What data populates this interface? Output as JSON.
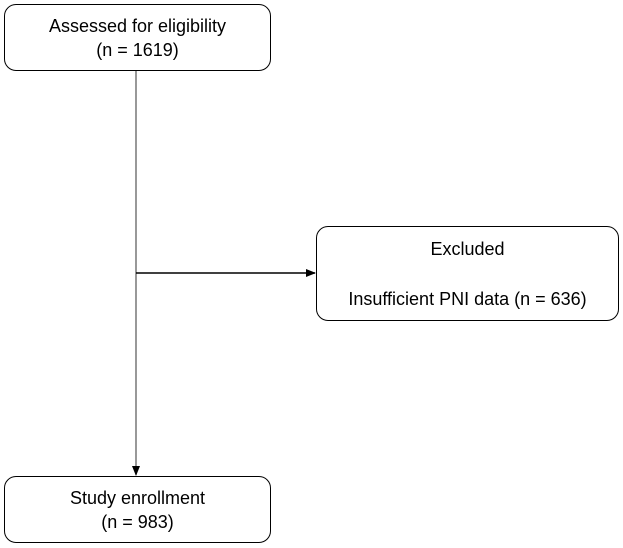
{
  "flowchart": {
    "assessed": {
      "title": "Assessed for eligibility",
      "count": "(n = 1619)"
    },
    "excluded": {
      "title": "Excluded",
      "reason": "Insufficient PNI data (n = 636)"
    },
    "enrollment": {
      "title": "Study enrollment",
      "count": "(n = 983)"
    }
  },
  "colors": {
    "border": "#000000",
    "background": "#ffffff",
    "text": "#000000"
  }
}
